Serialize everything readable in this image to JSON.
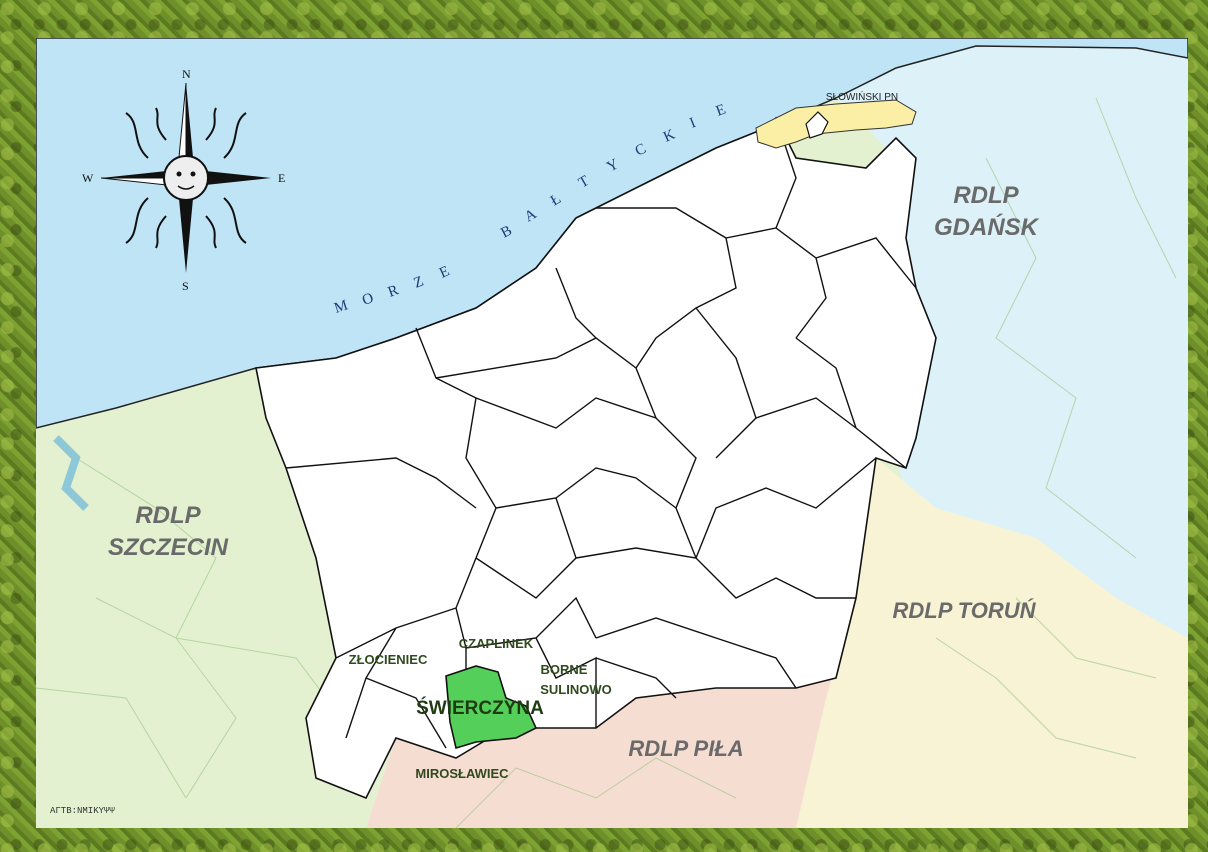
{
  "map": {
    "sea": {
      "name": "MORZE BAŁTYCKIE",
      "letters": [
        "M",
        "O",
        "R",
        "Z",
        "E",
        "B",
        "A",
        "Ł",
        "T",
        "Y",
        "C",
        "K",
        "I",
        "E"
      ]
    },
    "compass": {
      "north": "N",
      "south": "S",
      "east": "E",
      "west": "W"
    },
    "regions": [
      {
        "line1": "RDLP",
        "line2": "SZCZECIN"
      },
      {
        "line1": "RDLP",
        "line2": "GDAŃSK"
      },
      {
        "line1": "RDLP TORUŃ",
        "line2": ""
      },
      {
        "line1": "RDLP PIŁA",
        "line2": ""
      }
    ],
    "park": "SŁOWIŃSKI PN",
    "districts": {
      "highlighted": "ŚWIERCZYNA",
      "neighbors": [
        "ZŁOCIENIEC",
        "CZAPLINEK",
        "BORNE",
        "SULINOWO",
        "MIROSŁAWIEC"
      ]
    },
    "credit": "ΑΓΤΒ:ΝΜΙΚΥΨΨ",
    "colors": {
      "sea": "#bfe4f5",
      "szczecin": "#e4f1d0",
      "gdansk": "#dcf1f8",
      "torun": "#f7f3d4",
      "pila": "#f6ddd2",
      "district": "#ffffff",
      "highlight": "#54d05a",
      "park": "#fbeea5"
    }
  }
}
